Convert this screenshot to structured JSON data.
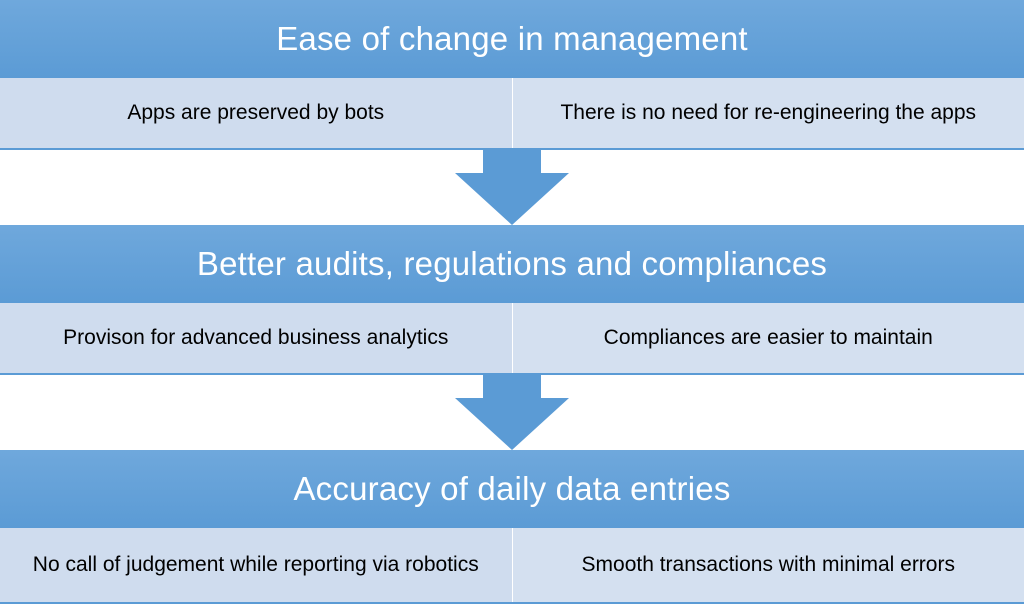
{
  "stages": [
    {
      "title": "Ease of change in management",
      "details": [
        "Apps are preserved by bots",
        "There is no need for re-engineering the apps"
      ]
    },
    {
      "title": "Better audits, regulations and compliances",
      "details": [
        "Provison for advanced business analytics",
        "Compliances are easier to maintain"
      ]
    },
    {
      "title": "Accuracy of daily data entries",
      "details": [
        "No call of judgement while reporting via robotics",
        "Smooth transactions with minimal errors"
      ]
    }
  ],
  "colors": {
    "header": "#5b9bd5",
    "detail_background": "#cfdcee",
    "arrow": "#5b9bd5",
    "header_text": "#ffffff"
  },
  "icons": [
    "down-arrow-icon",
    "down-arrow-icon"
  ]
}
